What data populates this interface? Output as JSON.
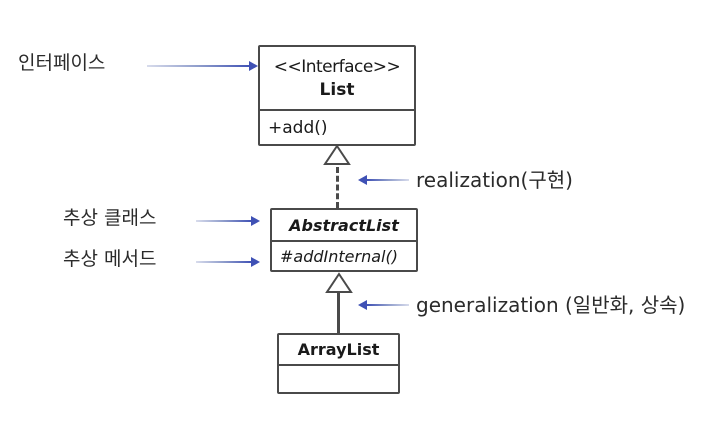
{
  "diagram": {
    "title": "UML class diagram - List hierarchy",
    "background_color": "#ffffff",
    "line_color": "#4a4a4a",
    "annotation_color": "#3f51b5",
    "text_color": "#2b2b2b"
  },
  "classes": {
    "list": {
      "stereotype": "<<Interface>>",
      "name": "List",
      "operations": [
        "+add()"
      ]
    },
    "abstract_list": {
      "name": "AbstractList",
      "operations": [
        "#addInternal()"
      ]
    },
    "array_list": {
      "name": "ArrayList",
      "operations": [
        ""
      ]
    }
  },
  "relationships": {
    "realization": {
      "from": "AbstractList",
      "to": "List",
      "style": "dashed-line-hollow-triangle"
    },
    "generalization": {
      "from": "ArrayList",
      "to": "AbstractList",
      "style": "solid-line-hollow-triangle"
    }
  },
  "annotations": {
    "interface": "인터페이스",
    "abstract_class": "추상 클래스",
    "abstract_method": "추상 메서드",
    "realization": "realization(구현)",
    "generalization": "generalization (일반화, 상속)"
  }
}
